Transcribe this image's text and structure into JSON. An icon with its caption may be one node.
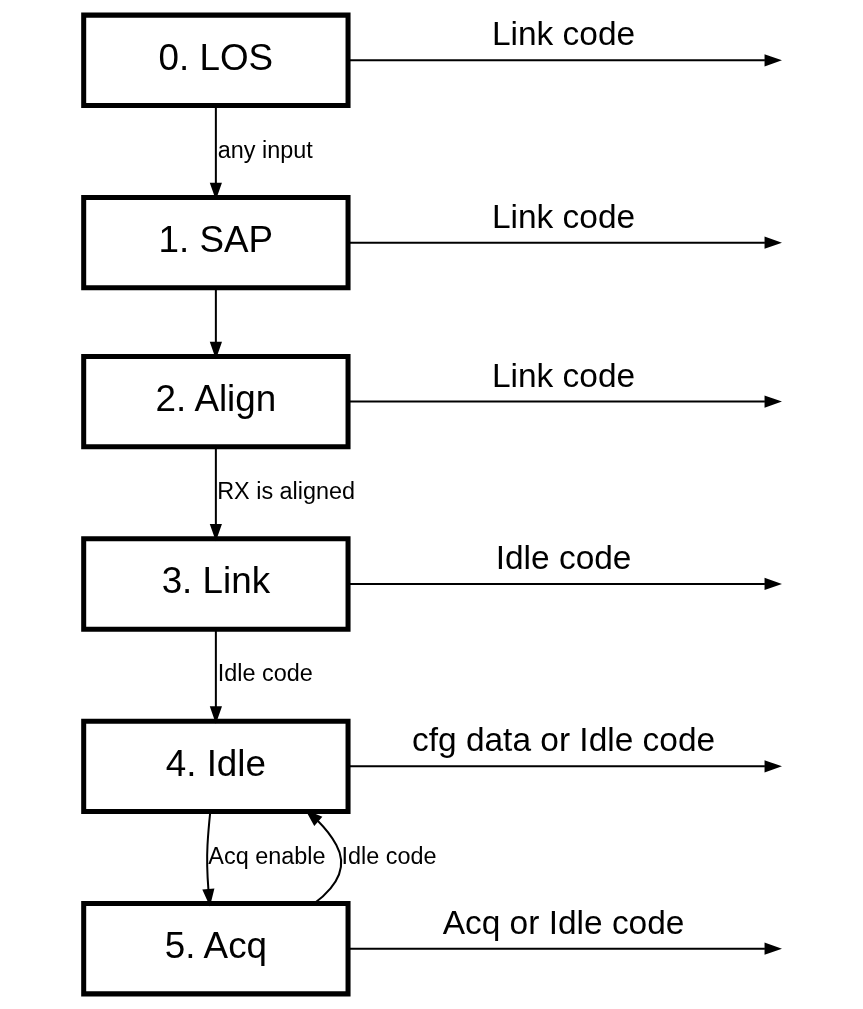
{
  "diagram": {
    "nodes": [
      {
        "text": [
          "0. LOS"
        ]
      },
      {
        "text": [
          "1. SAP"
        ]
      },
      {
        "text": [
          "2. Align"
        ]
      },
      {
        "text": [
          "3. Link"
        ]
      },
      {
        "text": [
          "4. Idle"
        ]
      },
      {
        "text": [
          "5. Acq"
        ]
      }
    ],
    "edges": [
      {
        "from": 0,
        "to": 1,
        "arrow": "to",
        "label": "any input"
      },
      {
        "from": 1,
        "to": 2,
        "arrow": "to"
      },
      {
        "from": 2,
        "to": 3,
        "arrow": "to",
        "label": "RX is aligned"
      },
      {
        "from": 3,
        "to": 4,
        "arrow": "to",
        "label": "Idle code"
      },
      {
        "from": 4,
        "to": 5,
        "arrow": "to",
        "label": "Acq enable"
      },
      {
        "from": 5,
        "to": 4,
        "arrow": "to",
        "label": "Idle code"
      },
      {
        "from": 0,
        "to": null,
        "arrow": "to",
        "label": "Link code"
      },
      {
        "from": 1,
        "to": null,
        "arrow": "to",
        "label": "Link code"
      },
      {
        "from": 2,
        "to": null,
        "arrow": "to",
        "label": "Link code"
      },
      {
        "from": 3,
        "to": null,
        "arrow": "to",
        "label": "Idle code"
      },
      {
        "from": 4,
        "to": null,
        "arrow": "to",
        "label": "cfg data or Idle code"
      },
      {
        "from": 5,
        "to": null,
        "arrow": "to",
        "label": "Acq or Idle code"
      }
    ]
  }
}
